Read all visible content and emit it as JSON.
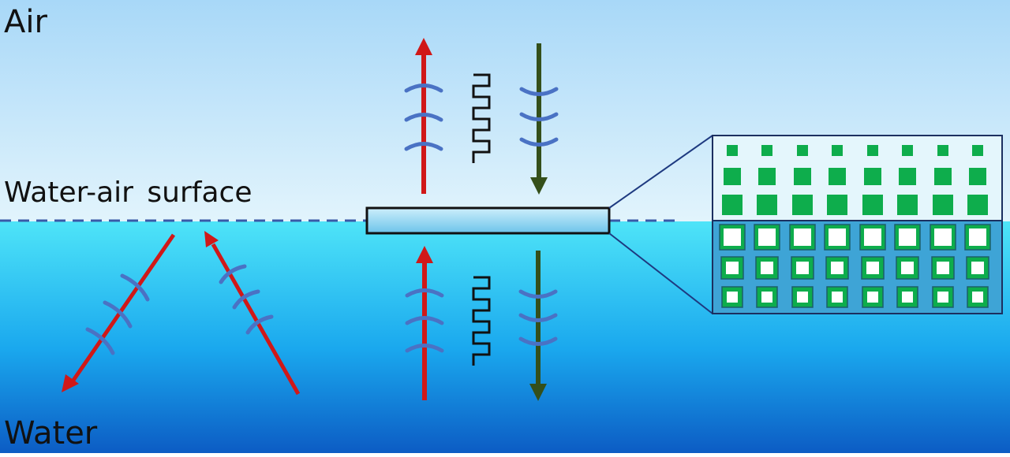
{
  "labels": {
    "air": "Air",
    "surface": "Water-air  surface",
    "water": "Water"
  },
  "colors": {
    "sky_top": "#a8d8f8",
    "sky_bottom": "#e2f4fc",
    "water_top": "#4ee4f8",
    "water_mid": "#1aa8ee",
    "water_bottom": "#0c5cc4",
    "surface_line": "#3a5aa8",
    "red_arrow": "#d01818",
    "green_arrow": "#344f1a",
    "wave_arc": "#4a72c4",
    "square_wave": "#111111",
    "device_fill": "#8ed4f0",
    "inset_top_fill": "#e4f6fc",
    "inset_bottom_fill": "#3ea4d6",
    "green_square": "#0ead4c",
    "white_square": "#ffffff"
  },
  "icons": [
    "red-arrow-icon",
    "green-arrow-icon",
    "wave-arc-icon",
    "square-wave-icon"
  ]
}
